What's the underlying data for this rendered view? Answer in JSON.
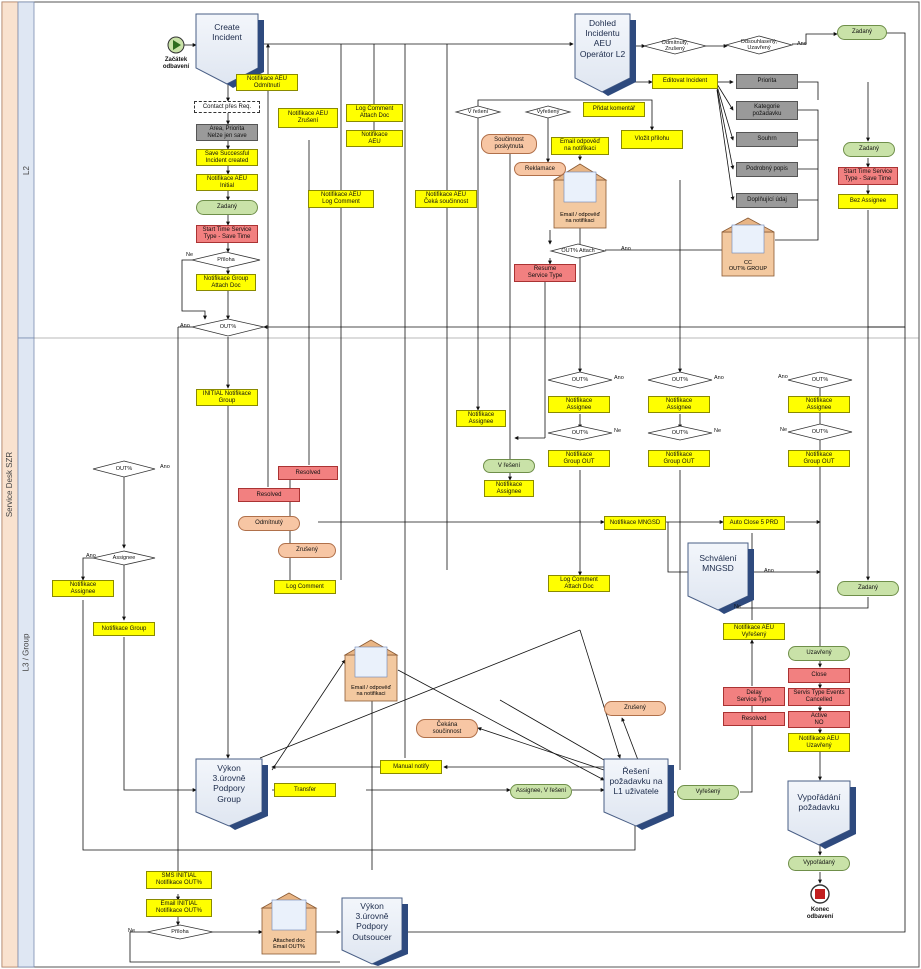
{
  "lanes": [
    "L2",
    "Service Desk SZR",
    "L3 / Group"
  ],
  "start_event": "Začátek\nodbavení",
  "end_event": "Konec\nodbavení",
  "big_nodes": {
    "create": "Create\nIncident",
    "dohled": "Dohled\nIncidentu\nAEU\nOperátor L2",
    "schvaleni": "Schválení\nMNGSD",
    "vykon_group": "Výkon\n3.úrovně\nPodpory\nGroup",
    "reseni": "Řešení\npožadavku na\nL1 uživatele",
    "vyporadani": "Vypořádání\npožadavku",
    "vykon_outsource": "Výkon\n3.úrovně\nPodpory\nOutsoucer"
  },
  "boxes": {
    "contact": "Contact přes Req.",
    "area": "Area, Priorita\nNelze jen save",
    "save_success": "Save Successful\nIncident created",
    "notif_initial": "Notifikace AEU\nInitial",
    "zadany1": "Zadaný",
    "start_time1": "Start Time Service\nType - Save Time",
    "notif_group_attach": "Notifikace Group\nAttach Doc",
    "notif_odmitnuti": "Notifikace AEU\nOdmítnutí",
    "notif_zruseni": "Notifikace AEU\nZrušení",
    "log_attach": "Log Comment\nAttach Doc",
    "notif_aeu": "Notifikace\nAEU",
    "notif_log": "Notifikace AEU\nLog Comment",
    "notif_ceka": "Notifikace AEU\nČeká součinnost",
    "soucinnost": "Součinnost\nposkytnuta",
    "email_odpoved": "Email odpověď\nna notifikaci",
    "pridat_koment": "Přidat komentář",
    "vlozit": "Vložit přílohu",
    "editovat": "Editovat Incident",
    "priorita": "Priorita",
    "kategorie": "Kategorie\npožadavku",
    "souhrn": "Souhrn",
    "podrobny": "Podrobný popis",
    "doplnujici": "Doplňující údaj",
    "zadany2": "Zadaný",
    "zadany_top": "Zadaný",
    "start_time2": "Start Time Service\nType - Save Time",
    "bez_assignee": "Bez Assignee",
    "reklamace": "Reklamace",
    "resume": "Resume\nService Type",
    "initial_group": "INITIAL Notifikace\nGroup",
    "notif_assignee_a": "Notifikace\nAssignee",
    "notif_groupout_a": "Notifikace\nGroup OUT",
    "notif_assignee_b": "Notifikace\nAssignee",
    "notif_groupout_b": "Notifikace\nGroup OUT",
    "notif_assignee_c": "Notifikace\nAssignee",
    "notif_groupout_c": "Notifikace\nGroup OUT",
    "notif_assignee_mid": "Notifikace\nAssignee",
    "v_reseni": "V řešení",
    "notif_assignee_low": "Notifikace\nAssignee",
    "resolved1": "Resolved",
    "resolved2": "Resolved",
    "odmitnuty": "Odmítnutý",
    "zruseny": "Zrušený",
    "log_comment": "Log Comment",
    "notif_mngsd": "Notifikace MNGSD",
    "auto_close": "Auto Close 5 PRD",
    "notif_assignee_left": "Notifikace\nAssignee",
    "notif_group_left": "Notifikace Group",
    "log_attach2": "Log Comment\nAttach Doc",
    "zadany3": "Zadaný",
    "notif_vyreseny": "Notifikace AEU\nVyřešený",
    "uzavreny": "Uzavřený",
    "close": "Close",
    "servis_type": "Servis Type Events\nCancelled",
    "active": "Active\nNO",
    "notif_uzavreny": "Notifikace AEU\nUzavřený",
    "delay": "Delay\nService Type",
    "resolved3": "Resolved",
    "zruseny2": "Zrušený",
    "cekana": "Čekána\nsoučinnost",
    "manual": "Manual notify",
    "transfer": "Transfer",
    "assignee_vreseni": "Assignee, V řešení",
    "vyreseny": "Vyřešený",
    "vyporadany": "Vypořádaný",
    "sms_initial": "SMS INITIAL\nNotifikace OUT%",
    "email_initial": "Email INITIAL\nNotifikace OUT%"
  },
  "diamonds": {
    "prilohe1": "Příloha",
    "out_top": "OUT%",
    "odmitnuty_zruseny": "Odmítnutý,\nZrušený",
    "odsouhlaseny": "Odsouhlasený,\nUzavřený",
    "v_reseni": "V řešení",
    "vyreseny": "Vyřešený",
    "out_attach": "OUT% Attach",
    "out_a1": "OUT%",
    "out_a2": "OUT%",
    "out_b1": "OUT%",
    "out_b2": "OUT%",
    "out_c1": "OUT%",
    "out_c2": "OUT%",
    "out_left": "OUT%",
    "assignee": "Assignee",
    "prilohe2": "Příloha"
  },
  "envelopes": {
    "env1": "Email / odpověď\nna notifikaci",
    "env2": "CC\nOUT% GROUP",
    "env3": "Email / odpověď\nna notifikaci",
    "env4": "Attached doc\nEmail OUT%"
  },
  "edge_labels": {
    "ne1": "Ne",
    "ano1": "Ano",
    "ano2": "Ano",
    "ano3": "Ano",
    "ano4": "Ano",
    "ano5": "Ano",
    "ano6": "Ano",
    "ne_a": "Ne",
    "ne_b": "Ne",
    "ne_c": "Ne",
    "ano_left": "Ano",
    "ano_as": "Ano",
    "ano_mngsd": "Ano",
    "ne_mngsd": "Ne",
    "ne_bottom": "Ne"
  }
}
